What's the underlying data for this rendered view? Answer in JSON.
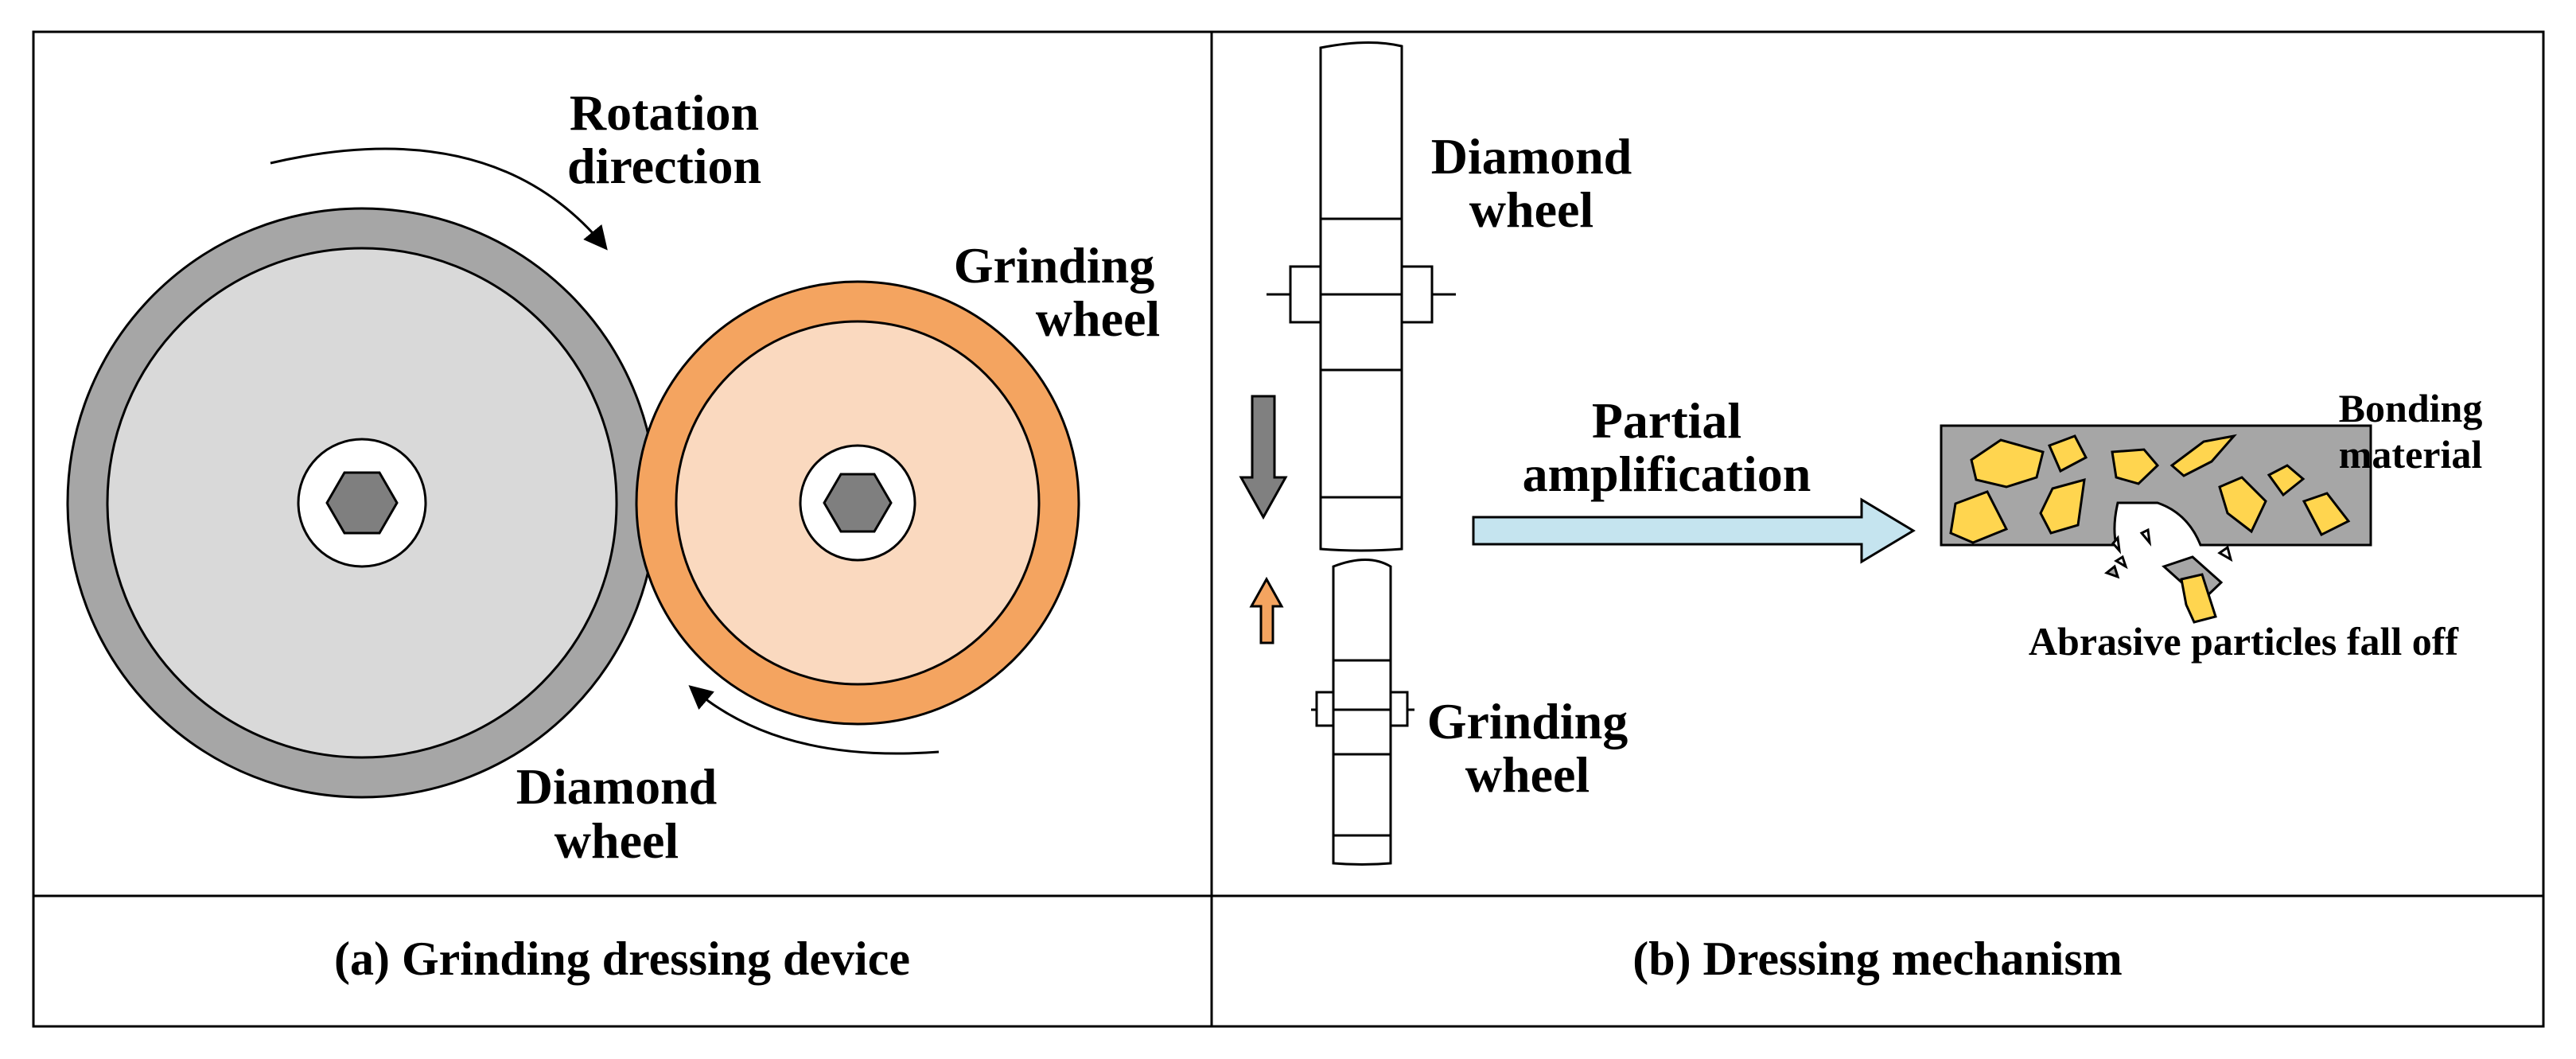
{
  "panel_a": {
    "caption": "(a) Grinding dressing device",
    "labels": {
      "rotation_line1": "Rotation",
      "rotation_line2": "direction",
      "grinding_line1": "Grinding",
      "grinding_line2": "wheel",
      "diamond_line1": "Diamond",
      "diamond_line2": "wheel"
    }
  },
  "panel_b": {
    "caption": "(b) Dressing mechanism",
    "labels": {
      "diamond_line1": "Diamond",
      "diamond_line2": "wheel",
      "grinding_line1": "Grinding",
      "grinding_line2": "wheel",
      "partial_line1": "Partial",
      "partial_line2": "amplification",
      "bonding_line1": "Bonding",
      "bonding_line2": "material",
      "abrasive": "Abrasive particles fall off"
    }
  },
  "colors": {
    "diamond_rim": "#a6a6a6",
    "diamond_face": "#d9d9d9",
    "grinding_rim": "#f4a460",
    "grinding_face": "#fad9bf",
    "hex_nut": "#7f7f7f",
    "bond": "#a6a6a6",
    "abrasive": "#ffd54f",
    "amplify_arrow": "#c5e4ef",
    "down_arrow": "#808080",
    "up_arrow": "#f4a460"
  }
}
